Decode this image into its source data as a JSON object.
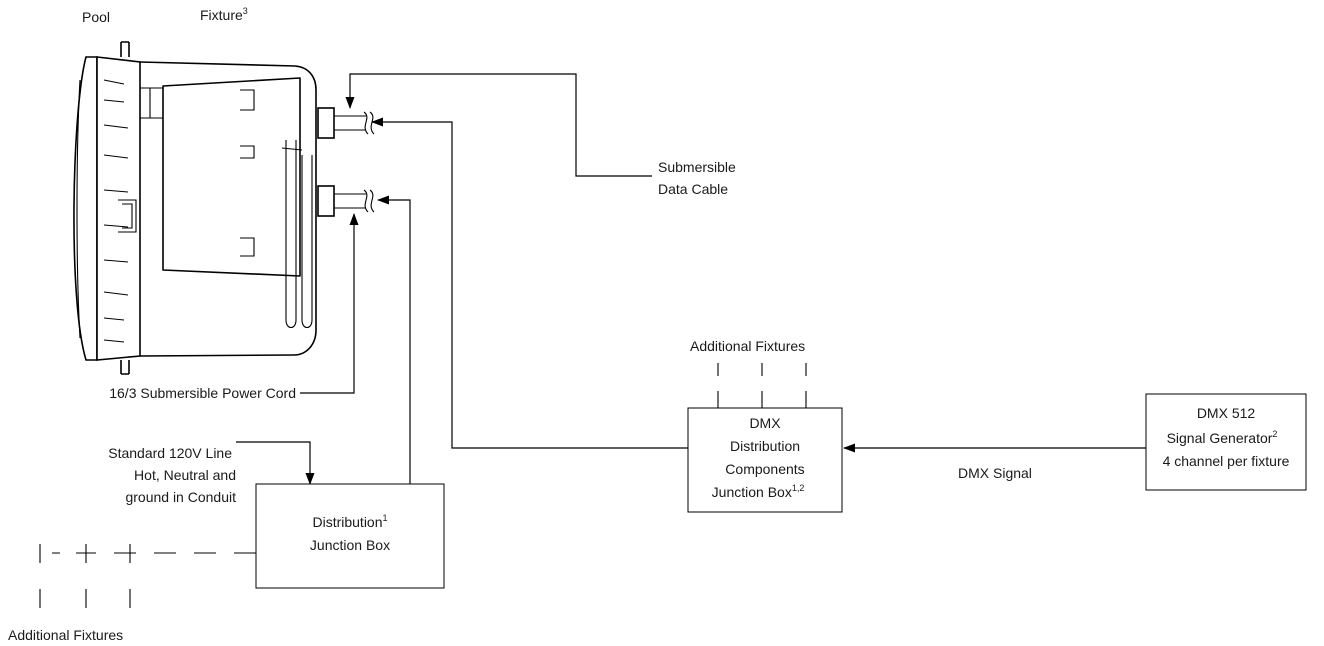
{
  "labels": {
    "pool": "Pool",
    "fixture": "Fixture",
    "fixture_sup": "3",
    "data_cable_line1": "Submersible",
    "data_cable_line2": "Data Cable",
    "power_cord": "16/3 Submersible Power Cord",
    "line_std1": "Standard 120V Line",
    "line_std2": "Hot, Neutral and",
    "line_std3": "ground in Conduit",
    "dist_box_line1": "Distribution",
    "dist_box_sup": "1",
    "dist_box_line2": "Junction Box",
    "addl_fixtures_left": "Additional Fixtures",
    "addl_fixtures_top": "Additional Fixtures",
    "dmx_box_line1": "DMX",
    "dmx_box_line2": "Distribution",
    "dmx_box_line3": "Components",
    "dmx_box_line4": "Junction Box",
    "dmx_box_sup": "1,2",
    "dmx_signal": "DMX Signal",
    "gen_line1": "DMX 512",
    "gen_line2": "Signal Generator",
    "gen_sup": "2",
    "gen_line3": "4 channel per fixture"
  }
}
